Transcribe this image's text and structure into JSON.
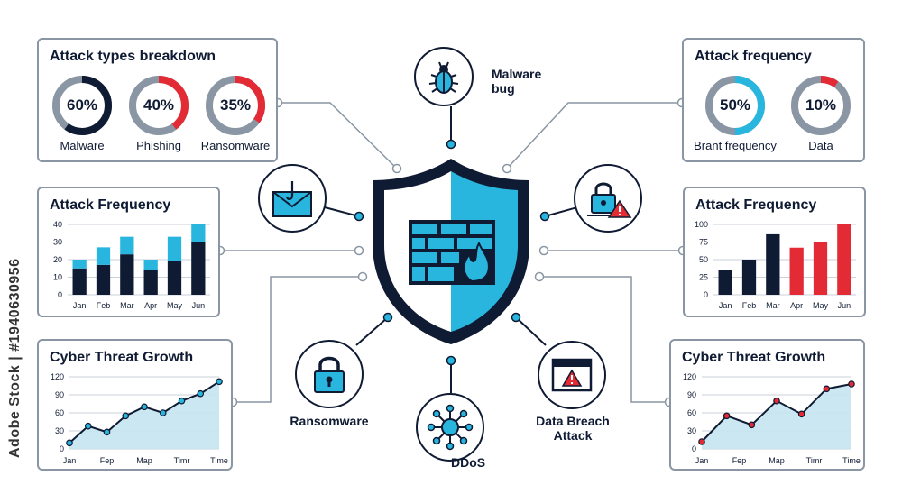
{
  "watermark": "Adobe Stock | #1940630956",
  "attack_types": {
    "title": "Attack types breakdown",
    "items": [
      {
        "pct": "60%",
        "label": "Malware",
        "value": 0.6,
        "color": "#0f1a33"
      },
      {
        "pct": "40%",
        "label": "Phishing",
        "value": 0.4,
        "color": "#e32b35"
      },
      {
        "pct": "35%",
        "label": "Ransomware",
        "value": 0.35,
        "color": "#e32b35"
      }
    ]
  },
  "attack_freq_donuts": {
    "title": "Attack frequency",
    "items": [
      {
        "pct": "50%",
        "label": "Brant frequency",
        "value": 0.5,
        "color": "#29b6de"
      },
      {
        "pct": "10%",
        "label": "Data",
        "value": 0.1,
        "color": "#e32b35"
      }
    ]
  },
  "center_nodes": {
    "malware": "Malware\nbug",
    "ransomware": "Ransomware",
    "ddos": "DDoS",
    "data_breach": "Data Breach\nAttack"
  },
  "icons": {
    "malware": "bug-icon",
    "phishing": "phishing-email-icon",
    "lock_alert": "lock-warning-icon",
    "ransomware": "padlock-icon",
    "ddos": "virus-network-icon",
    "data_breach": "browser-warning-icon",
    "shield": "firewall-shield-icon"
  },
  "colors": {
    "navy": "#0f1a33",
    "cyan": "#29b6de",
    "red": "#e32b35",
    "light": "#c5e4ef",
    "gray": "#8a96a3"
  },
  "chart_data": [
    {
      "type": "bar",
      "title": "Attack Frequency",
      "categories": [
        "Jan",
        "Feb",
        "Mar",
        "Apr",
        "May",
        "Jun"
      ],
      "yticks": [
        "0",
        "10",
        "20",
        "30",
        "40"
      ],
      "ylim": [
        0,
        40
      ],
      "series": [
        {
          "values": [
            15,
            17,
            23,
            14,
            19,
            30
          ],
          "color": "#0f1a33"
        },
        {
          "values": [
            5,
            10,
            10,
            6,
            14,
            10
          ],
          "color": "#29b6de"
        }
      ],
      "stacked": true
    },
    {
      "type": "bar",
      "title": "Attack Frequency",
      "categories": [
        "Jan",
        "Feb",
        "Mar",
        "Apr",
        "May",
        "Jun"
      ],
      "yticks": [
        "0",
        "25",
        "50",
        "75",
        "100"
      ],
      "ylim": [
        0,
        100
      ],
      "values": [
        35,
        50,
        86,
        67,
        75,
        100
      ],
      "bar_colors": [
        "#0f1a33",
        "#0f1a33",
        "#0f1a33",
        "#e32b35",
        "#e32b35",
        "#e32b35"
      ]
    },
    {
      "type": "area",
      "title": "Cyber Threat Growth",
      "categories": [
        "Jan",
        "Fep",
        "Map",
        "Timr",
        "Time"
      ],
      "yticks": [
        "0",
        "30",
        "60",
        "90",
        "120"
      ],
      "ylim": [
        0,
        120
      ],
      "x": [
        0,
        1,
        2,
        3,
        4,
        5,
        6,
        7,
        8
      ],
      "values": [
        10,
        38,
        28,
        55,
        70,
        60,
        80,
        92,
        112
      ],
      "point_color": "#0f1a33",
      "marker": "cyan"
    },
    {
      "type": "area",
      "title": "Cyber Threat Growth",
      "categories": [
        "Jan",
        "Fep",
        "Map",
        "Timr",
        "Time"
      ],
      "yticks": [
        "0",
        "30",
        "60",
        "90",
        "120"
      ],
      "ylim": [
        0,
        120
      ],
      "x": [
        0,
        1,
        2,
        3,
        4,
        5,
        6
      ],
      "values": [
        12,
        55,
        40,
        80,
        58,
        100,
        108
      ],
      "marker": "red"
    }
  ]
}
